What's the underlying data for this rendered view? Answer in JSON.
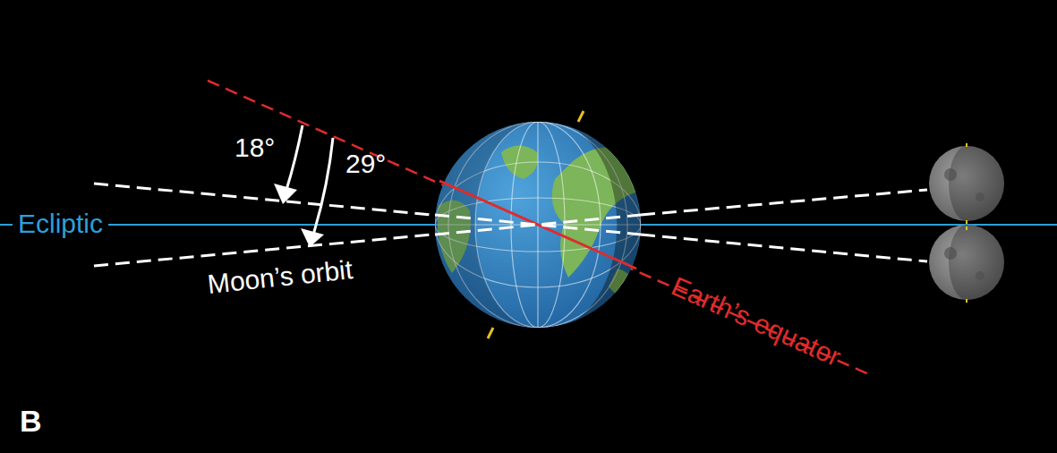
{
  "diagram": {
    "labels": [
      "18°",
      "29°",
      "Ecliptic",
      "Moon’s orbit",
      "Earth’s equator",
      "B"
    ]
  }
}
